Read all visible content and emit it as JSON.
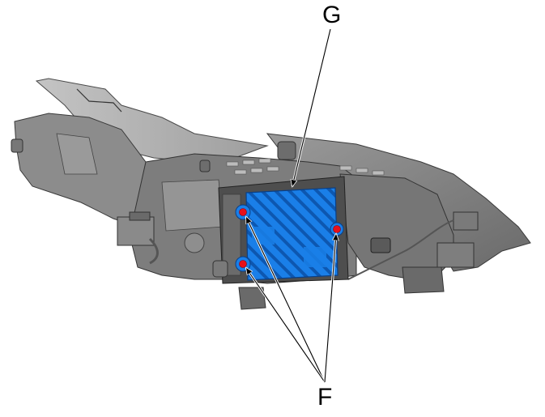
{
  "figure": {
    "subject": "Headlamp assembly, rear view",
    "callouts": [
      {
        "id": "G",
        "label": "G",
        "target": "Control module (highlighted blue)"
      },
      {
        "id": "F",
        "label": "F",
        "target": "Module mounting fasteners (3, highlighted red)"
      }
    ]
  },
  "colors": {
    "module_highlight": "#1a7fe8",
    "module_hatch": "#0d4f9e",
    "fastener_highlight": "#e8101a",
    "housing_dark": "#5a5a5a",
    "housing_mid": "#8a8a8a",
    "housing_light": "#b8b8b8",
    "background": "#ffffff"
  }
}
